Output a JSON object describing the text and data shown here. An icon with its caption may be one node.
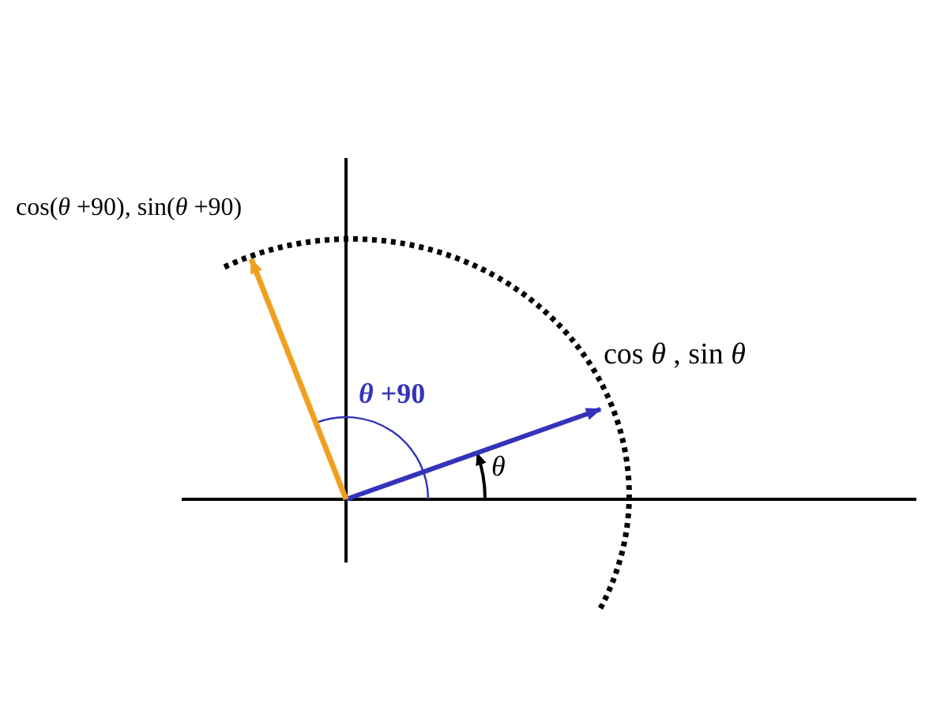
{
  "diagram": {
    "labels": [
      "cos(*θ* +90), sin(*θ* +90)",
      "cos *θ* , sin *θ*",
      "*θ* +90",
      "*θ*"
    ]
  }
}
